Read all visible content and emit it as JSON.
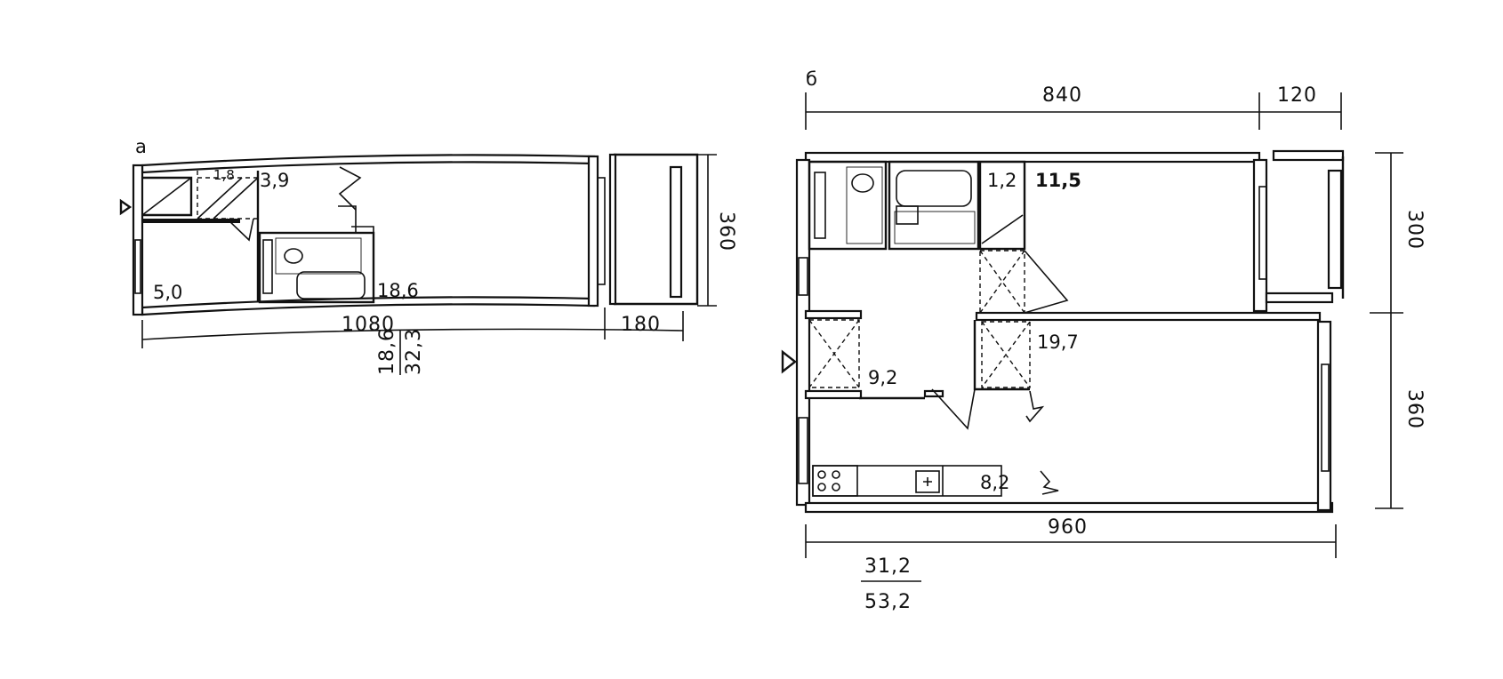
{
  "plan_a": {
    "letter": "а",
    "areas": {
      "entry": "1,8",
      "hall": "3,9",
      "kitchen": "5,0",
      "room": "18,6"
    },
    "dims": {
      "length": "1080",
      "balcony": "180",
      "depth": "360"
    },
    "fraction": {
      "top": "18,6",
      "bottom": "32,3"
    }
  },
  "plan_b": {
    "letter": "б",
    "areas": {
      "wc": "1,2",
      "bedroom": "11,5",
      "hall": "9,2",
      "living": "19,7",
      "kitchen": "8,2"
    },
    "dims": {
      "top_main": "840",
      "top_balcony": "120",
      "length": "960",
      "depth_top": "300",
      "depth_bottom": "360"
    },
    "fraction": {
      "top": "31,2",
      "bottom": "53,2"
    }
  }
}
